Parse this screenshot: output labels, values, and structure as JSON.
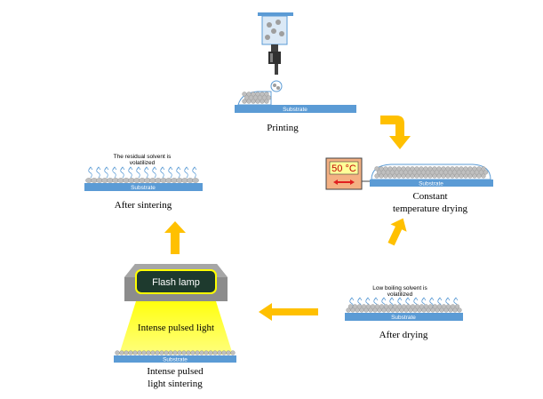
{
  "stages": {
    "printing": {
      "caption": "Printing",
      "substrate": "Substrate"
    },
    "drying": {
      "caption_line1": "Constant",
      "caption_line2": "temperature drying",
      "substrate": "Substrate",
      "temperature": "50 °C"
    },
    "after_drying": {
      "caption": "After drying",
      "substrate": "Substrate",
      "note_line1": "Low boiling solvent is",
      "note_line2": "volatilized"
    },
    "ipl": {
      "caption_line1": "Intense pulsed",
      "caption_line2": "light sintering",
      "lamp_label": "Flash lamp",
      "light_label": "Intense pulsed light",
      "substrate": "Substrate"
    },
    "after_sintering": {
      "caption": "After sintering",
      "substrate": "Substrate",
      "note_line1": "The residual solvent is",
      "note_line2": "volatilized"
    }
  },
  "colors": {
    "substrate": "#5b9bd5",
    "arrow": "#ffc000",
    "particle": "#bfbfbf",
    "light": "#ffff00",
    "lamp_body": "#7f7f7f",
    "lamp_panel": "#1e3a2e",
    "heater": "#f4b183"
  }
}
